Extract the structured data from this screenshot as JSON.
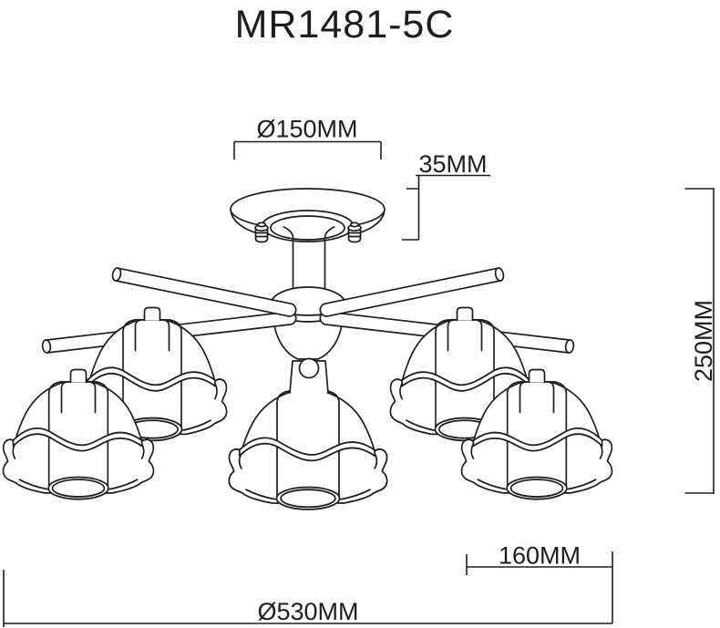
{
  "colors": {
    "background": "#ffffff",
    "line": "#1d1d1d"
  },
  "drawing": {
    "title": "MR1481-5C",
    "type": "ceiling-chandelier-technical-drawing",
    "shade_count": 5,
    "dimensions": {
      "canopy_diameter": "Ø150MM",
      "canopy_height": "35MM",
      "overall_height": "250MM",
      "shade_width": "160MM",
      "overall_diameter": "Ø530MM"
    }
  }
}
